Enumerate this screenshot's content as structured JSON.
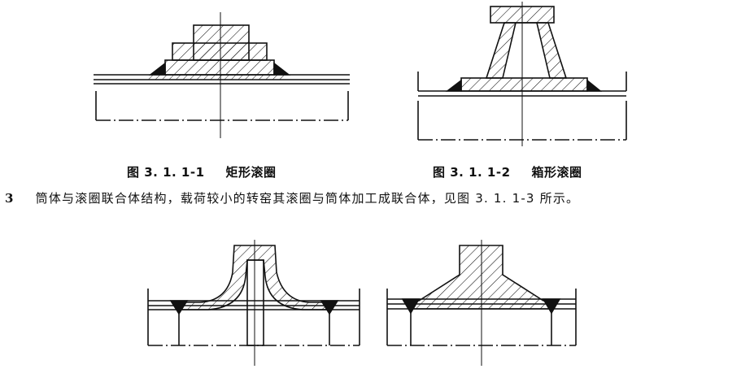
{
  "captions": {
    "fig1": {
      "number": "图 3. 1. 1-1",
      "title": "矩形滚圈"
    },
    "fig2": {
      "number": "图 3. 1. 1-2",
      "title": "箱形滚圈"
    }
  },
  "paragraph": {
    "number": "3",
    "text": "筒体与滚圈联合体结构，载荷较小的转窑其滚圈与筒体加工成联合体，见图 3. 1. 1-3 所示。"
  }
}
